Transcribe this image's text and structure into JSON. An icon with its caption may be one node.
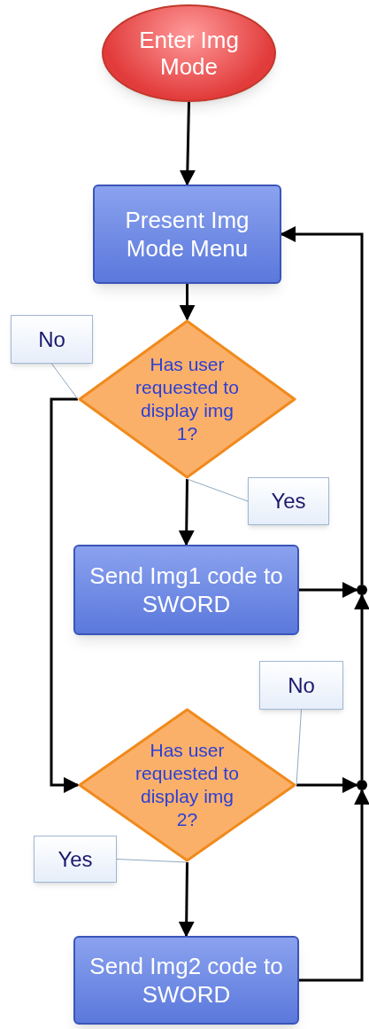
{
  "diagram": {
    "nodes": [
      {
        "text": [
          "Enter Img Mode"
        ]
      },
      {
        "text": [
          "Present Img Mode Menu"
        ]
      },
      {
        "text": [
          "No"
        ]
      },
      {
        "text": [
          "Has user requested to display img 1?"
        ]
      },
      {
        "text": [
          "Yes"
        ]
      },
      {
        "text": [
          "Send Img1 code to SWORD"
        ]
      },
      {
        "text": [],
        "shape": "circle"
      },
      {
        "text": [
          "No"
        ]
      },
      {
        "text": [
          "Has user requested to display img 2?"
        ]
      },
      {
        "text": [],
        "shape": "circle"
      },
      {
        "text": [
          "Yes"
        ]
      },
      {
        "text": [
          "Send Img2 code to SWORD"
        ]
      }
    ],
    "edges": [
      {
        "from": 0,
        "to": 1,
        "arrow": "to"
      },
      {
        "from": 1,
        "to": 3,
        "arrow": "to"
      },
      {
        "from": 3,
        "to": 5,
        "arrow": "to"
      },
      {
        "from": 3,
        "to": 8,
        "arrow": "to"
      },
      {
        "from": 5,
        "to": 6,
        "arrow": "to"
      },
      {
        "from": 8,
        "to": 9,
        "arrow": "to"
      },
      {
        "from": 8,
        "to": 11,
        "arrow": "to"
      },
      {
        "from": 11,
        "to": 9,
        "arrow": "to"
      },
      {
        "from": 9,
        "to": 6,
        "arrow": "to"
      },
      {
        "from": 6,
        "to": 1,
        "arrow": "to"
      },
      {
        "from": 2,
        "to": 3,
        "arrow": "none",
        "color": "#8fa9c4"
      },
      {
        "from": 4,
        "to": 3,
        "arrow": "none",
        "color": "#8fa9c4"
      },
      {
        "from": 7,
        "to": 8,
        "arrow": "none",
        "color": "#8fa9c4"
      },
      {
        "from": 10,
        "to": 8,
        "arrow": "none",
        "color": "#8fa9c4"
      }
    ]
  }
}
